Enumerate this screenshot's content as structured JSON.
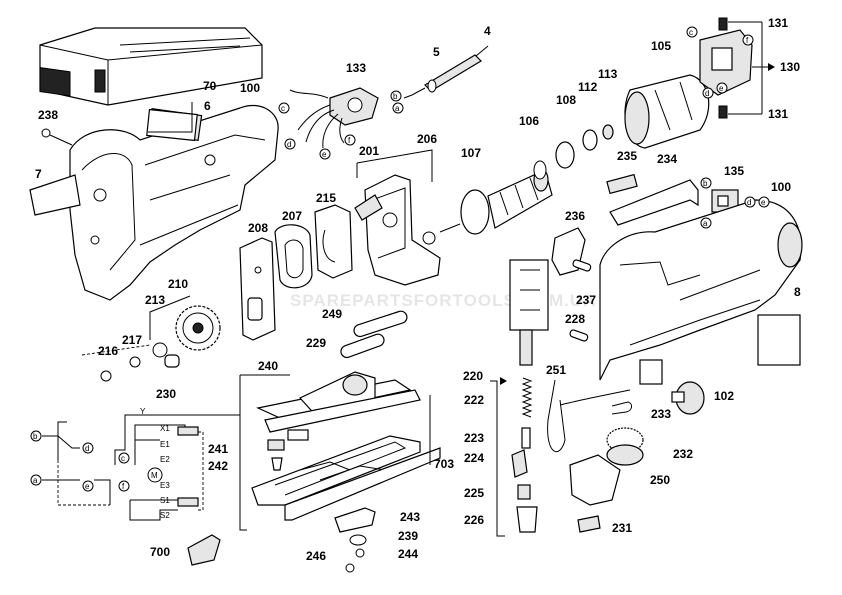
{
  "watermark": "SPAREPARTSFORTOOLS.COM.UA",
  "callouts": {
    "c4": "4",
    "c5": "5",
    "c6": "6",
    "c7": "7",
    "c8": "8",
    "c70": "70",
    "c100a": "100",
    "c100b": "100",
    "c102": "102",
    "c105": "105",
    "c106": "106",
    "c107": "107",
    "c108": "108",
    "c112": "112",
    "c113": "113",
    "c130": "130",
    "c131a": "131",
    "c131b": "131",
    "c133": "133",
    "c135": "135",
    "c201": "201",
    "c206": "206",
    "c207": "207",
    "c208": "208",
    "c210": "210",
    "c213": "213",
    "c215": "215",
    "c216": "216",
    "c217": "217",
    "c220": "220",
    "c222": "222",
    "c223": "223",
    "c224": "224",
    "c225": "225",
    "c226": "226",
    "c228": "228",
    "c229": "229",
    "c230": "230",
    "c231": "231",
    "c232": "232",
    "c233": "233",
    "c234": "234",
    "c235": "235",
    "c236": "236",
    "c237": "237",
    "c238": "238",
    "c239": "239",
    "c240": "240",
    "c241": "241",
    "c242": "242",
    "c243": "243",
    "c244": "244",
    "c246": "246",
    "c249": "249",
    "c250": "250",
    "c251": "251",
    "c700": "700",
    "c703": "703"
  },
  "wire_letters": {
    "a": "a",
    "b": "b",
    "c": "c",
    "d": "d",
    "e": "e",
    "f": "f"
  },
  "schematic": {
    "y_label": "Y",
    "x1": "X1",
    "e1": "E1",
    "e2": "E2",
    "e3": "E3",
    "m": "M",
    "s1": "S1",
    "s2": "S2"
  }
}
